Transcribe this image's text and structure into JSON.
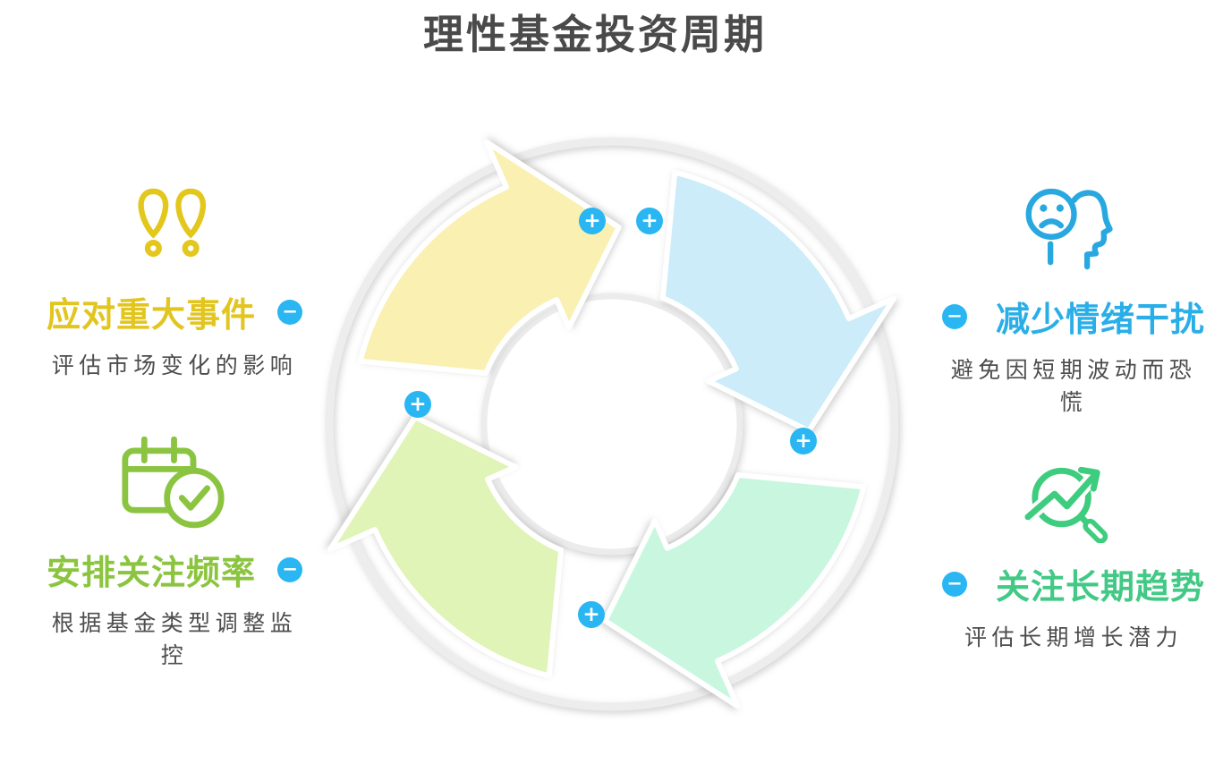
{
  "page": {
    "title": "理性基金投资周期"
  },
  "controls": {
    "plus_glyph": "+",
    "minus_glyph": "−"
  },
  "colors": {
    "accent_blue": "#29B6F2",
    "title_gray": "#4A4A4A",
    "desc_gray": "#4D4D4D",
    "ring_gray": "#EDEDED"
  },
  "cycle": {
    "segments": [
      {
        "name": "arrow-top-left",
        "color": "#FAF0B2"
      },
      {
        "name": "arrow-top-right",
        "color": "#CBECF8"
      },
      {
        "name": "arrow-bottom-right",
        "color": "#C9F6DF"
      },
      {
        "name": "arrow-bottom-left",
        "color": "#DFF4B6"
      }
    ]
  },
  "items": [
    {
      "id": "respond-major-events",
      "icon": "double-exclamation-icon",
      "title": "应对重大事件",
      "description": "评估市场变化的影响",
      "color": "#E2C51E"
    },
    {
      "id": "arrange-monitoring-frequency",
      "icon": "calendar-check-icon",
      "title": "安排关注频率",
      "description": "根据基金类型调整监控",
      "color": "#8BC43F"
    },
    {
      "id": "reduce-emotional-interference",
      "icon": "sad-face-head-icon",
      "title": "减少情绪干扰",
      "description": "避免因短期波动而恐慌",
      "color": "#29AEE8"
    },
    {
      "id": "focus-long-term-trends",
      "icon": "chart-magnifier-icon",
      "title": "关注长期趋势",
      "description": "评估长期增长潜力",
      "color": "#41C985"
    }
  ]
}
